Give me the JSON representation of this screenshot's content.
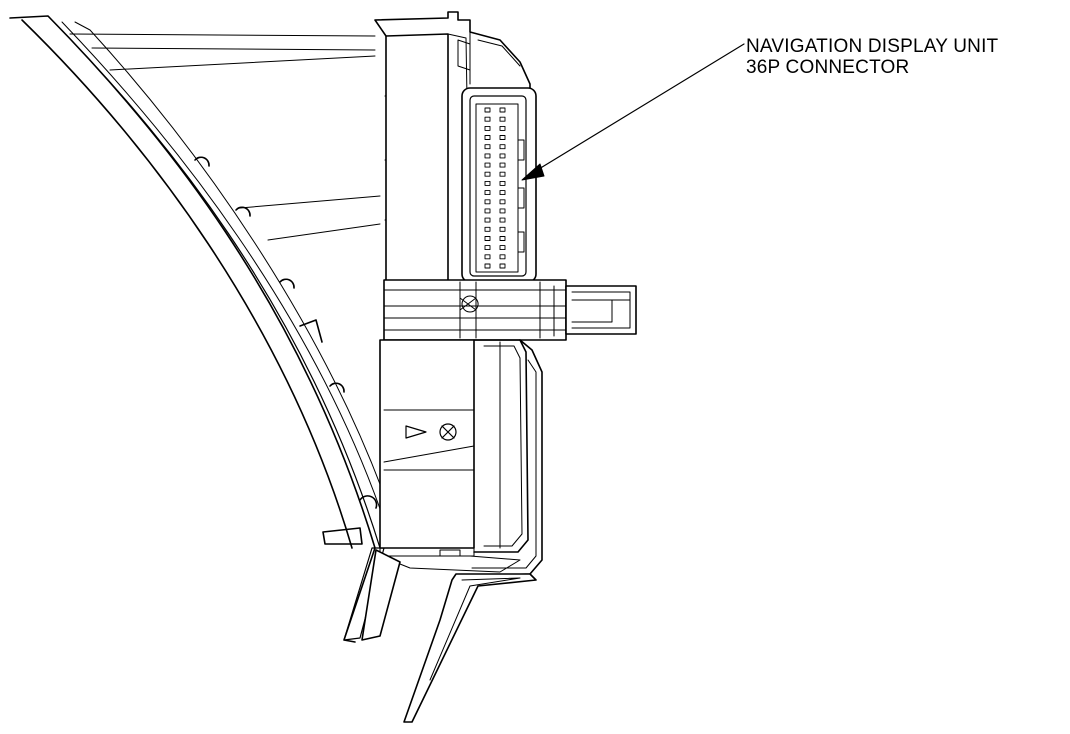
{
  "callout": {
    "line1": "NAVIGATION DISPLAY UNIT",
    "line2": "36P CONNECTOR"
  },
  "colors": {
    "line": "#000000",
    "fill": "#ffffff",
    "background": "#ffffff"
  },
  "connector": {
    "pin_rows": 18
  }
}
